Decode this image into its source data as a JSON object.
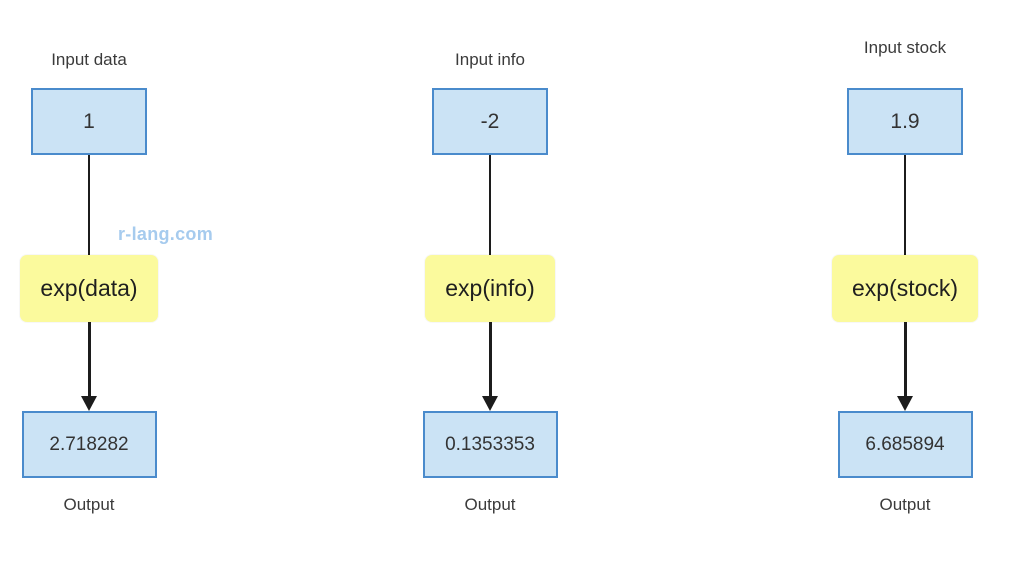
{
  "watermark": {
    "text": "r-lang.com",
    "color": "#a6cbee"
  },
  "colors": {
    "box_fill": "#cbe3f5",
    "box_border": "#4a8bcc",
    "func_fill": "#fbfa9d",
    "arrow_color": "#1c1c1c",
    "label_color": "#3b3b3b",
    "value_color": "#333333",
    "watermark_color": "#a6cbee"
  },
  "columns": [
    {
      "input_label": "Input data",
      "input_value": "1",
      "function_label": "exp(data)",
      "output_value": "2.718282",
      "output_label": "Output"
    },
    {
      "input_label": "Input info",
      "input_value": "-2",
      "function_label": "exp(info)",
      "output_value": "0.1353353",
      "output_label": "Output"
    },
    {
      "input_label": "Input stock",
      "input_value": "1.9",
      "function_label": "exp(stock)",
      "output_value": "6.685894",
      "output_label": "Output"
    }
  ]
}
